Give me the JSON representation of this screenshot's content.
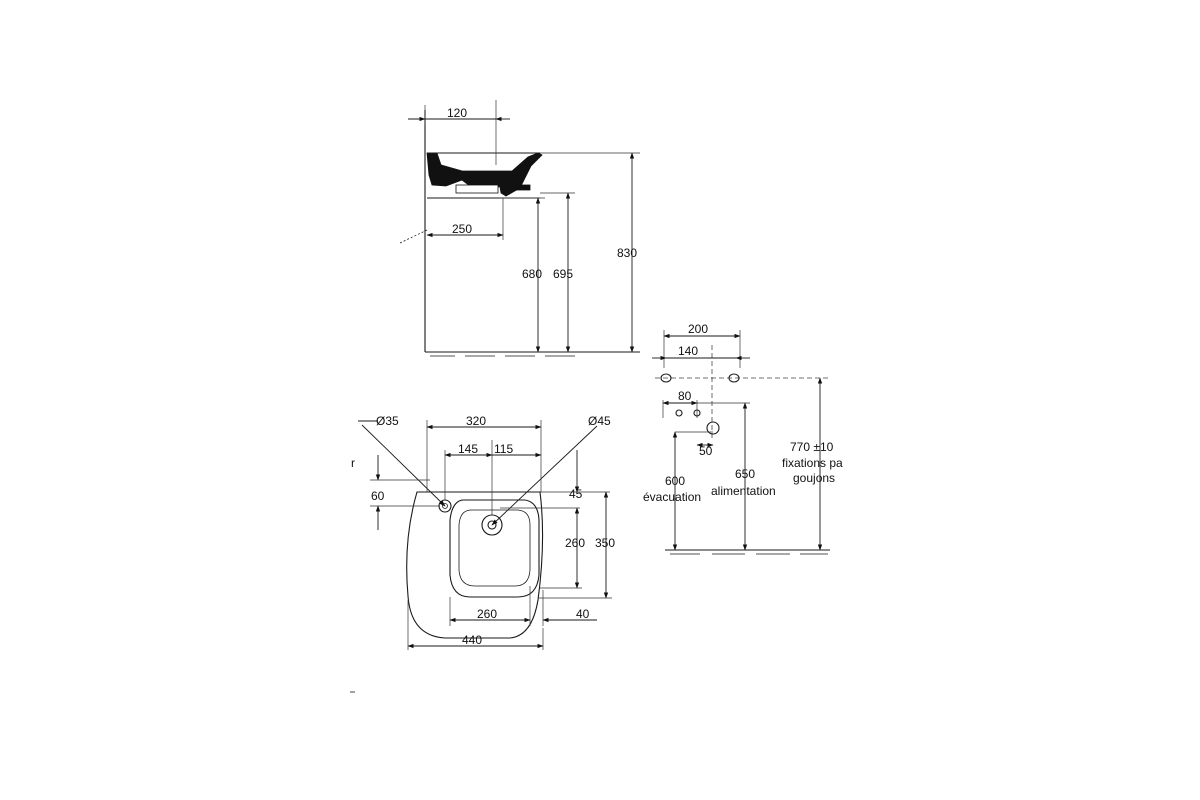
{
  "side_view": {
    "dim_120": "120",
    "dim_250": "250",
    "dim_680": "680",
    "dim_695": "695",
    "dim_830": "830"
  },
  "plan_view": {
    "dia_35": "Ø35",
    "dia_45": "Ø45",
    "dim_320": "320",
    "dim_145": "145",
    "dim_115": "115",
    "dim_60": "60",
    "dim_45": "45",
    "dim_260_v": "260",
    "dim_350": "350",
    "dim_260_h": "260",
    "dim_40": "40",
    "dim_440": "440",
    "edge_mark": "r"
  },
  "fixing_view": {
    "dim_200": "200",
    "dim_140": "140",
    "dim_80": "80",
    "dim_50": "50",
    "dim_600": "600",
    "label_evacuation": "évacuation",
    "dim_650": "650",
    "label_alimentation": "alimentation",
    "dim_770": "770 ±10",
    "label_fixations": "fixations pa",
    "label_goujons": "goujons"
  }
}
